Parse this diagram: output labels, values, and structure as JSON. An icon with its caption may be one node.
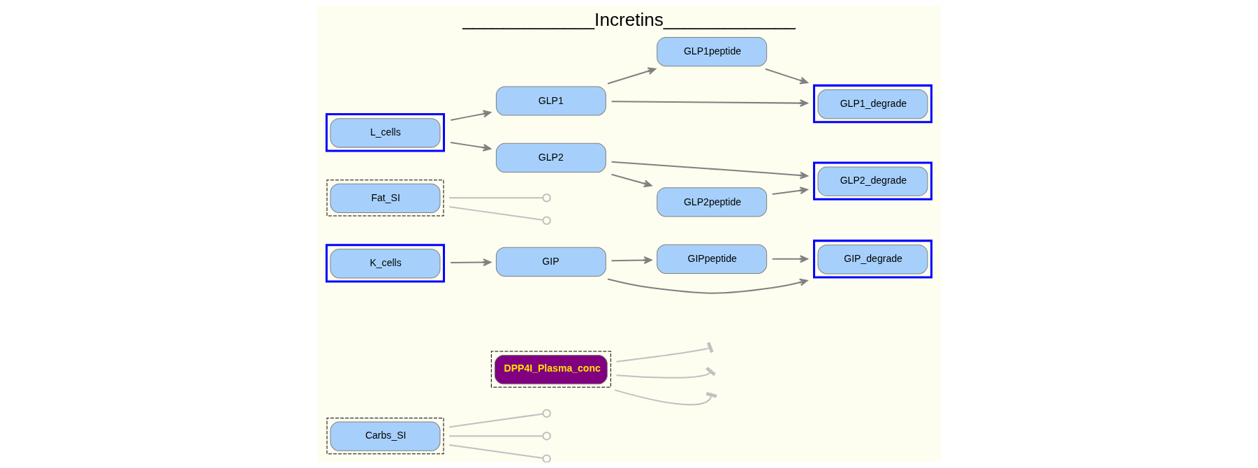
{
  "diagram": {
    "title": "_____________Incretins_____________",
    "nodes": [
      {
        "text": [
          "Carbs_SI"
        ]
      },
      {
        "text": [
          "DPP4I_Plasma_conc"
        ]
      },
      {
        "text": [
          "L_cells"
        ]
      },
      {
        "text": [
          "GLP1"
        ]
      },
      {
        "text": [
          "GLP1peptide"
        ]
      },
      {
        "text": [
          "GLP1_degrade"
        ]
      },
      {
        "text": [
          "Fat_SI"
        ]
      },
      {
        "text": [
          "GLP2"
        ]
      },
      {
        "text": [
          "GLP2peptide"
        ]
      },
      {
        "text": [
          "GLP2_degrade"
        ]
      },
      {
        "text": [
          "K_cells"
        ]
      },
      {
        "text": [
          "GIP"
        ]
      },
      {
        "text": [
          "GIPpeptide"
        ]
      },
      {
        "text": [
          "GIP_degrade"
        ]
      }
    ],
    "edges": [
      {
        "from": 2,
        "to": 3,
        "arrow": "to"
      },
      {
        "from": 2,
        "to": 7,
        "arrow": "to"
      },
      {
        "from": 10,
        "to": 11,
        "arrow": "to"
      },
      {
        "from": 3,
        "to": 4,
        "arrow": "to"
      },
      {
        "from": 3,
        "to": 5,
        "arrow": "to"
      },
      {
        "from": 4,
        "to": 5,
        "arrow": "to"
      },
      {
        "from": 7,
        "to": 8,
        "arrow": "to"
      },
      {
        "from": 7,
        "to": 9,
        "arrow": "to"
      },
      {
        "from": 8,
        "to": 9,
        "arrow": "to"
      },
      {
        "from": 11,
        "to": 12,
        "arrow": "to"
      },
      {
        "from": 11,
        "to": 13,
        "arrow": "to"
      },
      {
        "from": 12,
        "to": 13,
        "arrow": "to"
      },
      {
        "from": 0,
        "to": null,
        "arrow": "other",
        "color": "#c0c0c0"
      },
      {
        "from": 0,
        "to": null,
        "arrow": "other",
        "color": "#c0c0c0"
      },
      {
        "from": 0,
        "to": null,
        "arrow": "other",
        "color": "#c0c0c0"
      },
      {
        "from": 6,
        "to": null,
        "arrow": "other",
        "color": "#c0c0c0"
      },
      {
        "from": 6,
        "to": null,
        "arrow": "other",
        "color": "#c0c0c0"
      },
      {
        "from": 1,
        "to": null,
        "arrow": "other",
        "color": "#c0c0c0"
      },
      {
        "from": 1,
        "to": null,
        "arrow": "other",
        "color": "#c0c0c0"
      },
      {
        "from": 1,
        "to": null,
        "arrow": "other",
        "color": "#c0c0c0"
      }
    ]
  }
}
